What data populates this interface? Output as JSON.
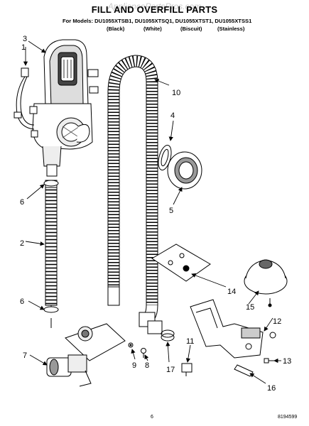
{
  "header": {
    "watermark": "AppliancePartsPros.com",
    "title": "FILL AND OVERFILL PARTS",
    "models_line": "For Models: DU1055XTSB1, DU1055XTSQ1, DU1055XTST1, DU1055XTSS1",
    "variants": [
      "(Black)",
      "(White)",
      "(Biscuit)",
      "(Stainless)"
    ]
  },
  "callouts": [
    "1",
    "2",
    "3",
    "4",
    "5",
    "6",
    "6",
    "7",
    "8",
    "9",
    "10",
    "11",
    "12",
    "13",
    "14",
    "15",
    "16",
    "17"
  ],
  "footer": {
    "page_number": "6",
    "doc_number": "8194599"
  },
  "colors": {
    "line": "#000000",
    "paper": "#ffffff",
    "shade": "#555555"
  }
}
